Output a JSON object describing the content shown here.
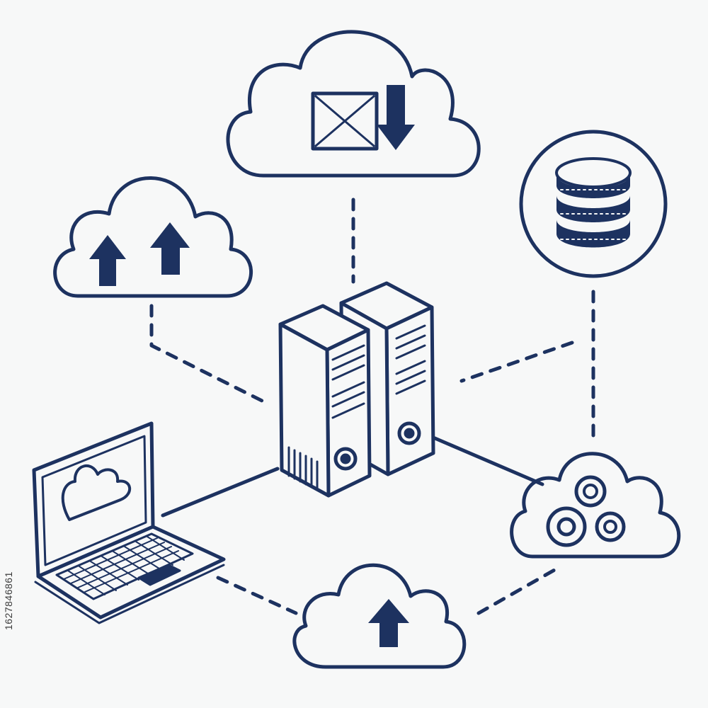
{
  "image_id_text": "1627846861",
  "colors": {
    "background": "#f7f8f8",
    "stroke": "#1d3260",
    "fill": "#1d3260"
  },
  "nodes": [
    {
      "id": "mail-download-cloud",
      "icons": [
        "envelope-icon",
        "download-arrow-icon"
      ]
    },
    {
      "id": "double-upload-cloud",
      "icons": [
        "upload-arrow-icon",
        "upload-arrow-icon"
      ]
    },
    {
      "id": "database-circle",
      "icons": [
        "database-icon"
      ]
    },
    {
      "id": "server-towers",
      "icons": [
        "server-icon",
        "server-icon"
      ]
    },
    {
      "id": "laptop",
      "icons": [
        "cloud-icon"
      ]
    },
    {
      "id": "settings-cloud",
      "icons": [
        "gear-icon",
        "gear-icon",
        "gear-icon"
      ]
    },
    {
      "id": "upload-cloud",
      "icons": [
        "upload-arrow-icon"
      ]
    }
  ],
  "connections": [
    {
      "from": "mail-download-cloud",
      "to": "server-towers",
      "style": "dashed"
    },
    {
      "from": "double-upload-cloud",
      "to": "server-towers",
      "style": "dashed"
    },
    {
      "from": "database-circle",
      "to": "server-towers",
      "style": "dashed"
    },
    {
      "from": "database-circle",
      "to": "settings-cloud",
      "style": "dashed"
    },
    {
      "from": "server-towers",
      "to": "laptop",
      "style": "solid"
    },
    {
      "from": "server-towers",
      "to": "settings-cloud",
      "style": "solid"
    },
    {
      "from": "laptop",
      "to": "upload-cloud",
      "style": "dashed"
    },
    {
      "from": "upload-cloud",
      "to": "settings-cloud",
      "style": "dashed"
    }
  ]
}
